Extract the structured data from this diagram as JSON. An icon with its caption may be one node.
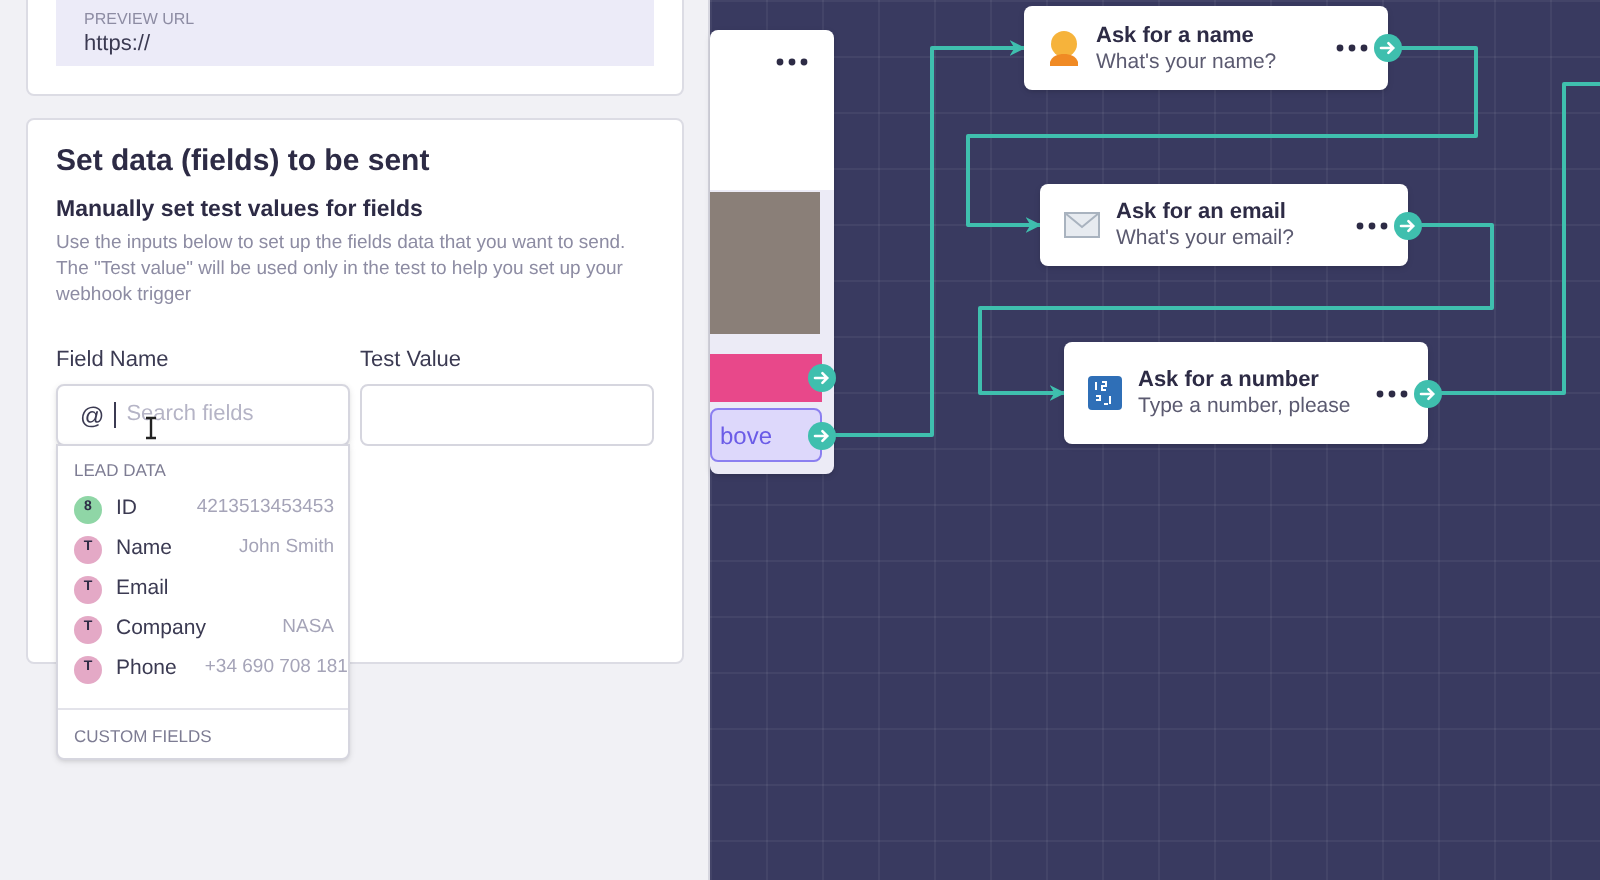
{
  "diagram": {
    "nodes": [
      {
        "text": [],
        "shape": "box"
      },
      {
        "text": [
          "bove"
        ],
        "in": 0
      },
      {
        "text": [
          "Ask for a name",
          "What's your name?"
        ]
      },
      {
        "text": [
          "Ask for an email",
          "What's your email?"
        ]
      },
      {
        "text": [
          "Ask for a number",
          "Type a number, please"
        ]
      }
    ],
    "edges": [
      {
        "from": 1,
        "to": 2,
        "arrow": "to"
      },
      {
        "from": 2,
        "to": 3,
        "arrow": "to"
      },
      {
        "from": 3,
        "to": 4,
        "arrow": "to"
      },
      {
        "from": 4,
        "to": null,
        "arrow": "other"
      }
    ],
    "labels": [
      "PREVIEW URL",
      "https://",
      "Set data (fields) to be sent",
      "Manually set test values for fields",
      "Use the inputs below to set up the fields data that you want to send. The \"Test value\" will be used only in the test to help you set up your webhook trigger",
      "Field Name",
      "Test Value",
      "@",
      "Search fields",
      "LEAD DATA",
      "8",
      "ID",
      "4213513453453",
      "T",
      "Name",
      "John Smith",
      "T",
      "Email",
      "T",
      "Company",
      "NASA",
      "T",
      "Phone",
      "+34 690 708 181",
      "CUSTOM FIELDS"
    ]
  }
}
